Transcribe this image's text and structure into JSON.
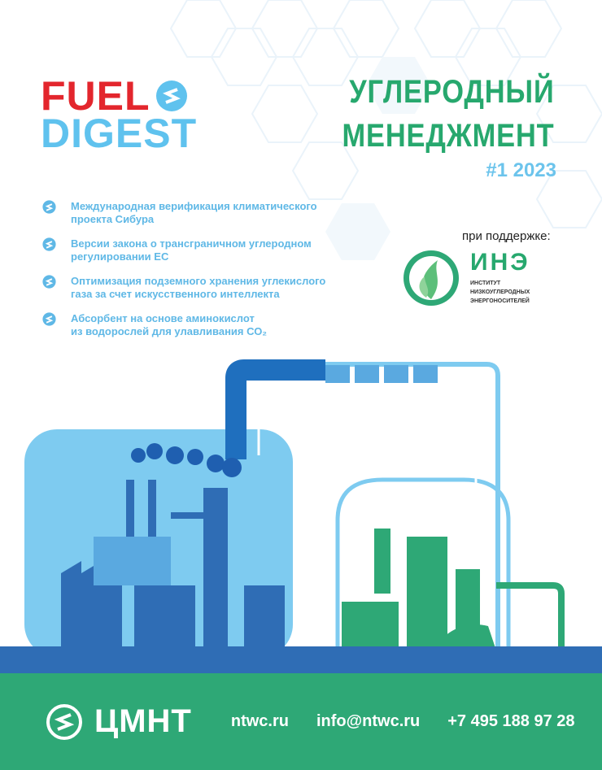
{
  "logo": {
    "line1": "FUEL",
    "line2": "DIGEST"
  },
  "header": {
    "title_line1": "УГЛЕРОДНЫЙ",
    "title_line2": "МЕНЕДЖМЕНТ",
    "issue": "#1 2023"
  },
  "bullets": [
    {
      "line1": "Международная верификация климатического",
      "line2": "проекта Сибура"
    },
    {
      "line1": "Версии закона о трансграничном углеродном",
      "line2": "регулировании  ЕС"
    },
    {
      "line1": "Оптимизация подземного хранения углекислого",
      "line2": "газа за счет искусственного интеллекта"
    },
    {
      "line1": "Абсорбент на основе аминокислот",
      "line2": "из водорослей для улавливания СО₂"
    }
  ],
  "support": {
    "label": "при поддержке:",
    "org_abbr": "ИНЭ",
    "org_line1": "ИНСТИТУТ",
    "org_line2": "НИЗКОУГЛЕРОДНЫХ",
    "org_line3": "ЭНЕРГОНОСИТЕЛЕЙ"
  },
  "footer": {
    "brand": "ЦМНТ",
    "site": "ntwc.ru",
    "email": "info@ntwc.ru",
    "phone": "+7 495 188 97 28"
  },
  "colors": {
    "red": "#e3262d",
    "blue": "#5fc2ee",
    "green": "#2ea876",
    "navy": "#2f6db5"
  }
}
